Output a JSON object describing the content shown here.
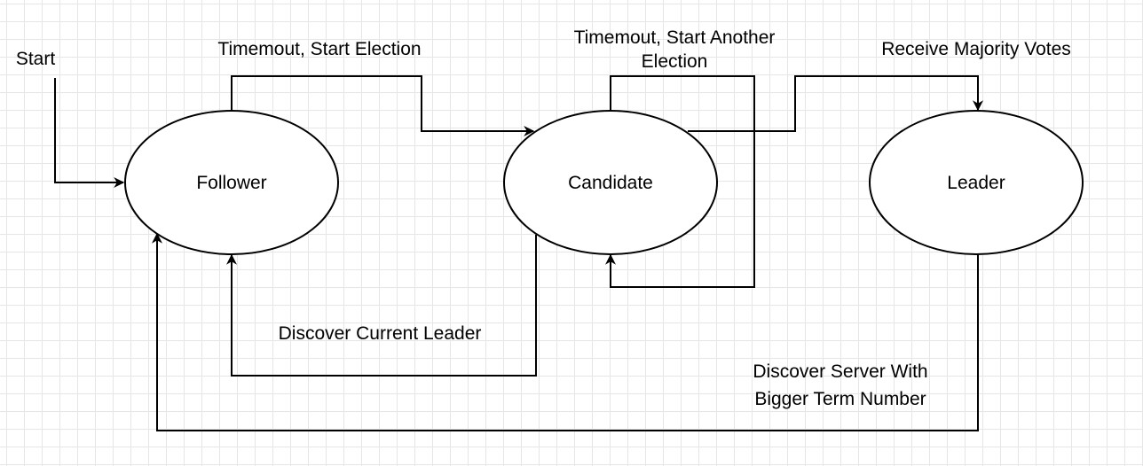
{
  "nodes": {
    "follower": "Follower",
    "candidate": "Candidate",
    "leader": "Leader"
  },
  "edges": {
    "start": "Start",
    "timeout_start_election": "Timemout, Start Election",
    "timeout_start_another_line1": "Timemout, Start Another",
    "timeout_start_another_line2": "Election",
    "receive_majority_votes": "Receive Majority Votes",
    "discover_current_leader": "Discover Current Leader",
    "discover_bigger_term_line1": "Discover Server With",
    "discover_bigger_term_line2": "Bigger Term Number"
  },
  "colors": {
    "stroke": "#000000",
    "node_fill": "#ffffff",
    "grid": "#e6e6e6"
  }
}
